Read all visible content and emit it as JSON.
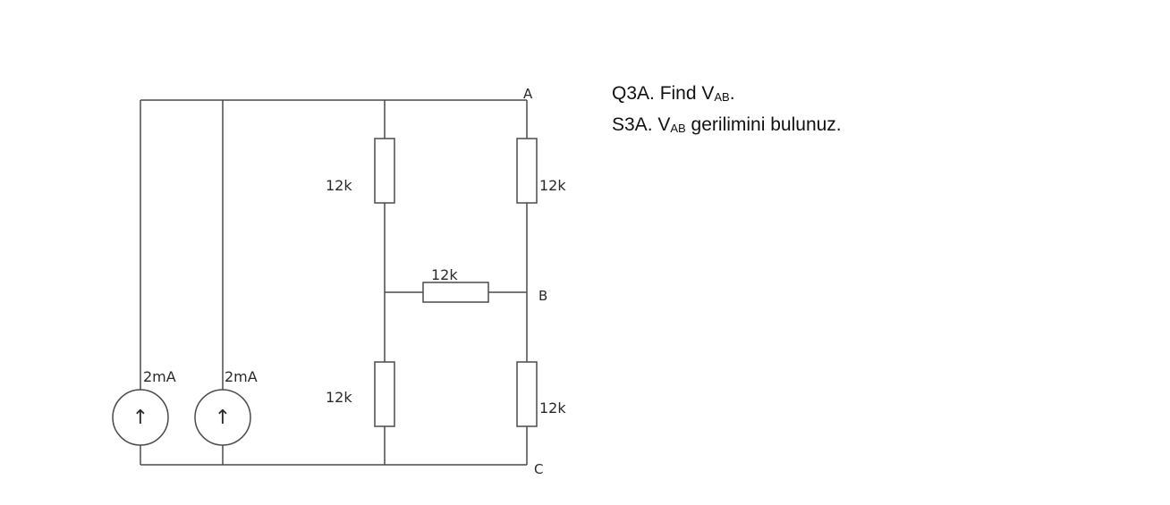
{
  "question": {
    "en_prefix": "Q3A. Find V",
    "en_sub": "AB",
    "en_suffix": ".",
    "tr_prefix": "S3A. V",
    "tr_sub": "AB",
    "tr_suffix": " gerilimini bulunuz."
  },
  "circuit": {
    "sources": [
      {
        "label": "2mA",
        "direction": "up"
      },
      {
        "label": "2mA",
        "direction": "up"
      }
    ],
    "resistors": [
      {
        "id": "R1",
        "label": "12k"
      },
      {
        "id": "R2",
        "label": "12k"
      },
      {
        "id": "R3",
        "label": "12k"
      },
      {
        "id": "R4",
        "label": "12k"
      },
      {
        "id": "R5",
        "label": "12k"
      }
    ],
    "nodes": {
      "a": "A",
      "b": "B",
      "c": "C"
    },
    "arrow_glyph": "↑"
  }
}
